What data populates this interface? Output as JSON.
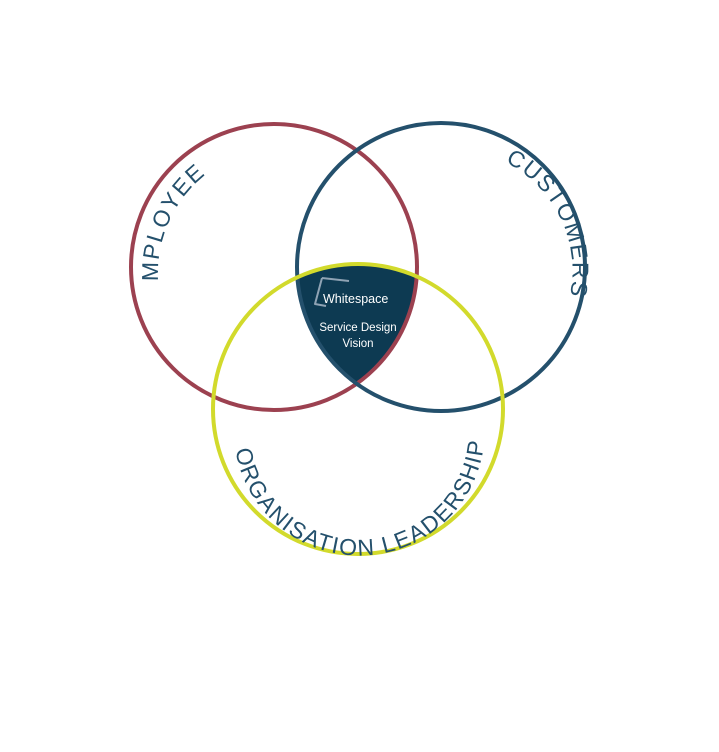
{
  "diagram": {
    "circles": [
      {
        "key": "employees",
        "label": "EMPLOYEES",
        "color": "#9c4150"
      },
      {
        "key": "customers",
        "label": "CUSTOMERS",
        "color": "#24506c"
      },
      {
        "key": "leadership",
        "label": "ORGANISATION LEADERSHIP",
        "color": "#d2da2c"
      }
    ],
    "center": {
      "brand": "Whitespace",
      "line1": "Service Design",
      "line2": "Vision",
      "fill_color": "#0d3a52",
      "text_color": "#ffffff"
    }
  }
}
